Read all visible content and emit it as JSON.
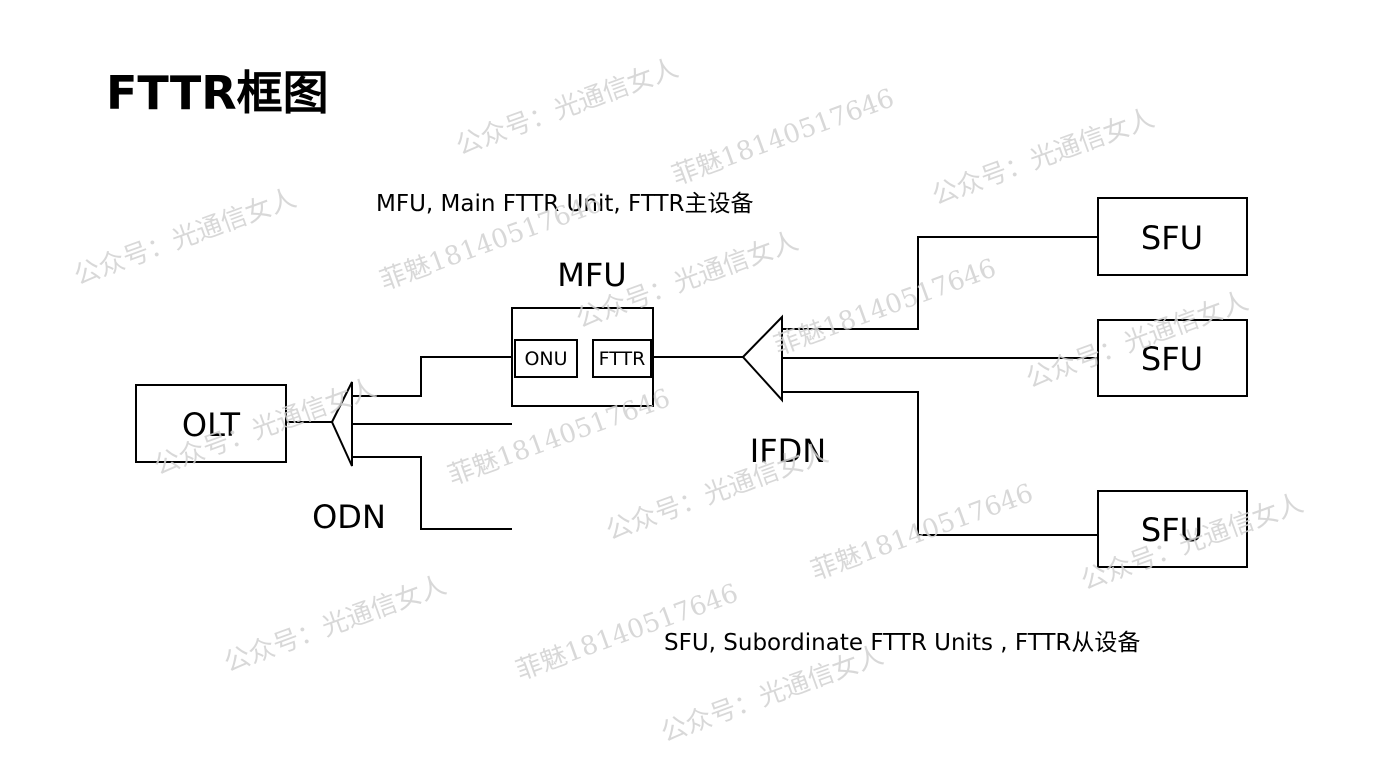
{
  "title": "FTTR框图",
  "mfu_caption": "MFU, Main FTTR Unit, FTTR主设备",
  "sfu_caption": "SFU, Subordinate FTTR Units , FTTR从设备",
  "nodes": {
    "olt": "OLT",
    "odn": "ODN",
    "mfu": "MFU",
    "onu": "ONU",
    "fttr": "FTTR",
    "ifdn": "IFDN",
    "sfu_top": "SFU",
    "sfu_middle": "SFU",
    "sfu_bottom": "SFU"
  },
  "watermarks": [
    "公众号：光通信女人",
    "菲魅18140517646"
  ],
  "colors": {
    "line": "#000000",
    "text": "#000000",
    "watermark": "#d2d2d2",
    "background": "#ffffff"
  }
}
